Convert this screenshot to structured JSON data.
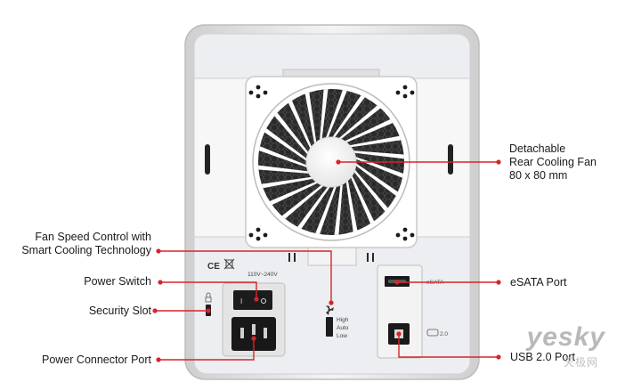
{
  "callouts": {
    "fan": [
      "Detachable",
      "Rear Cooling Fan",
      "80 x 80 mm"
    ],
    "fan_speed": [
      "Fan Speed Control with",
      "Smart Cooling Technology"
    ],
    "power_switch": "Power Switch",
    "security_slot": "Security Slot",
    "power_connector": "Power Connector Port",
    "esata": "eSATA Port",
    "usb": "USB 2.0 Port"
  },
  "device_labels": {
    "voltage": "110V~240V",
    "ce_mark": "CE",
    "fan_modes": [
      "High",
      "Auto",
      "Low"
    ],
    "esata_label": "eSATA",
    "usb_label": "2.0"
  },
  "watermark": {
    "brand": "yesky",
    "sub": "天极网"
  },
  "colors": {
    "leader_line": "#d8232a",
    "leader_dot": "#d8232a",
    "body_frame": "#d9d9d9",
    "panel": "#e9eaec"
  }
}
